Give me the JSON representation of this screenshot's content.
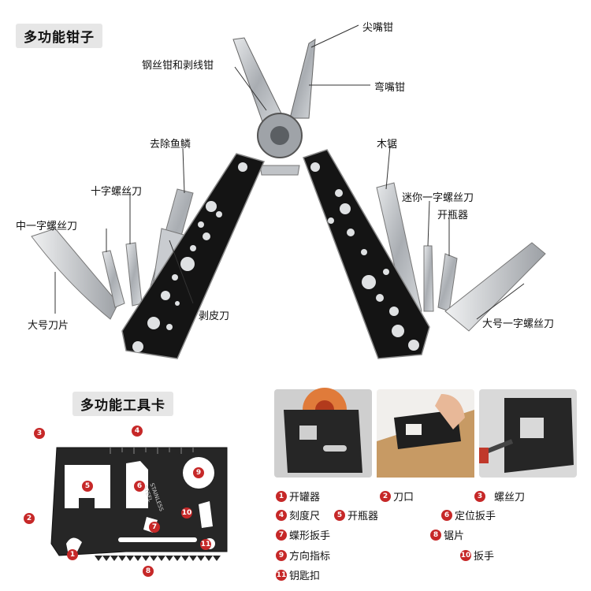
{
  "pliers": {
    "title": "多功能钳子",
    "labels": {
      "needle_nose": "尖嘴钳",
      "wire_cutter": "钢丝钳和剥线钳",
      "bent_nose": "弯嘴钳",
      "scale_remover": "去除鱼鳞",
      "wood_saw": "木锯",
      "phillips": "十字螺丝刀",
      "mini_flat": "迷你一字螺丝刀",
      "medium_flat": "中一字螺丝刀",
      "bottle_opener": "开瓶器",
      "peeler": "剥皮刀",
      "large_blade": "大号刀片",
      "large_flat": "大号一字螺丝刀"
    }
  },
  "card": {
    "title": "多功能工具卡",
    "stamp_line1": "STAINLESS",
    "stamp_line2": "STEEL",
    "markers": [
      "1",
      "2",
      "3",
      "4",
      "5",
      "6",
      "7",
      "8",
      "9",
      "10",
      "11"
    ],
    "legend": [
      {
        "num": "1",
        "text": "开罐器"
      },
      {
        "num": "2",
        "text": "刀口"
      },
      {
        "num": "3",
        "text": "螺丝刀"
      },
      {
        "num": "4",
        "text": "刻度尺"
      },
      {
        "num": "5",
        "text": "开瓶器"
      },
      {
        "num": "6",
        "text": "定位扳手"
      },
      {
        "num": "7",
        "text": "蝶形扳手"
      },
      {
        "num": "8",
        "text": "锯片"
      },
      {
        "num": "9",
        "text": "方向指标"
      },
      {
        "num": "10",
        "text": "扳手"
      },
      {
        "num": "11",
        "text": "钥匙扣"
      }
    ]
  },
  "colors": {
    "marker_red": "#c62828",
    "handle_black": "#141414",
    "steel": "#b8bcc0",
    "card_black": "#262626"
  }
}
